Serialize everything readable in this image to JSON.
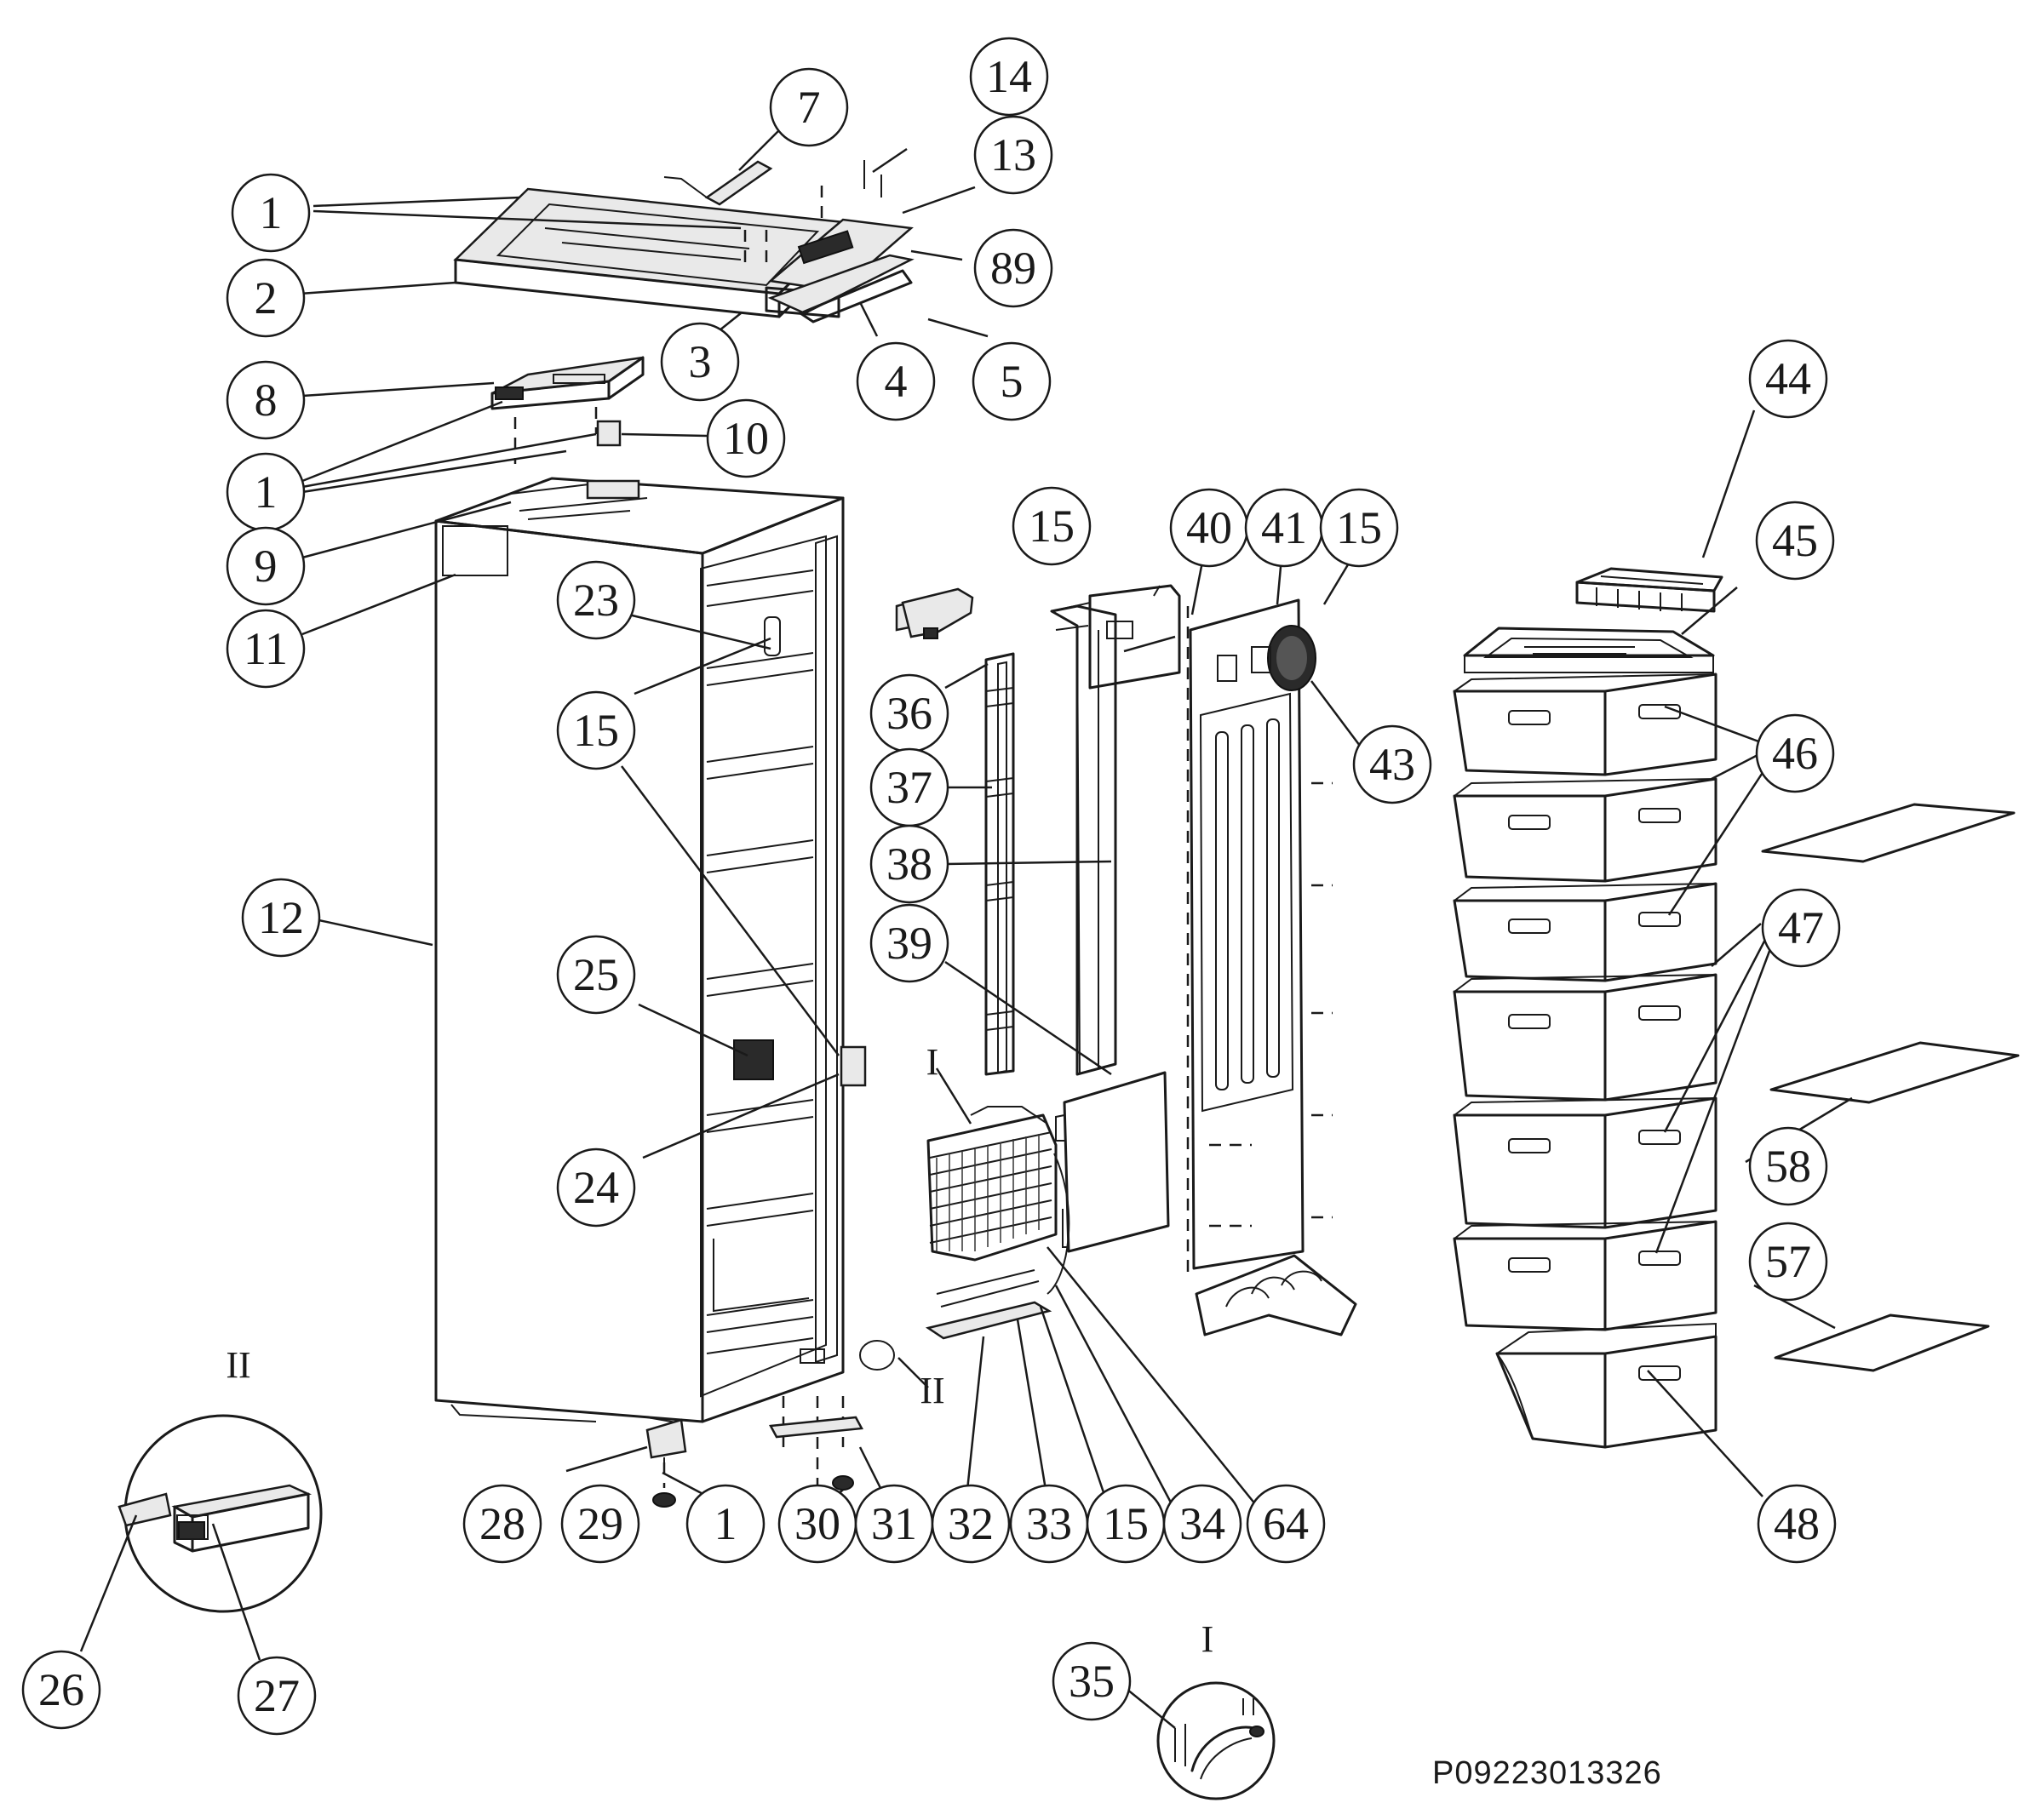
{
  "drawing_code": "P09223013326",
  "detail_marks": {
    "detail_one": "I",
    "detail_two": "II"
  },
  "callouts": {
    "c_1a": "1",
    "c_1b": "1",
    "c_1c": "1",
    "c_2": "2",
    "c_3": "3",
    "c_4": "4",
    "c_5": "5",
    "c_7": "7",
    "c_8": "8",
    "c_9": "9",
    "c_10": "10",
    "c_11": "11",
    "c_12": "12",
    "c_13": "13",
    "c_14": "14",
    "c_15a": "15",
    "c_15b": "15",
    "c_15c": "15",
    "c_15d": "15",
    "c_23": "23",
    "c_24": "24",
    "c_25": "25",
    "c_26": "26",
    "c_27": "27",
    "c_28": "28",
    "c_29": "29",
    "c_30": "30",
    "c_31": "31",
    "c_32": "32",
    "c_33": "33",
    "c_34": "34",
    "c_35": "35",
    "c_36": "36",
    "c_37": "37",
    "c_38": "38",
    "c_39": "39",
    "c_40": "40",
    "c_41": "41",
    "c_43": "43",
    "c_44": "44",
    "c_45": "45",
    "c_46": "46",
    "c_47": "47",
    "c_48": "48",
    "c_57": "57",
    "c_58": "58",
    "c_64": "64",
    "c_89": "89"
  }
}
